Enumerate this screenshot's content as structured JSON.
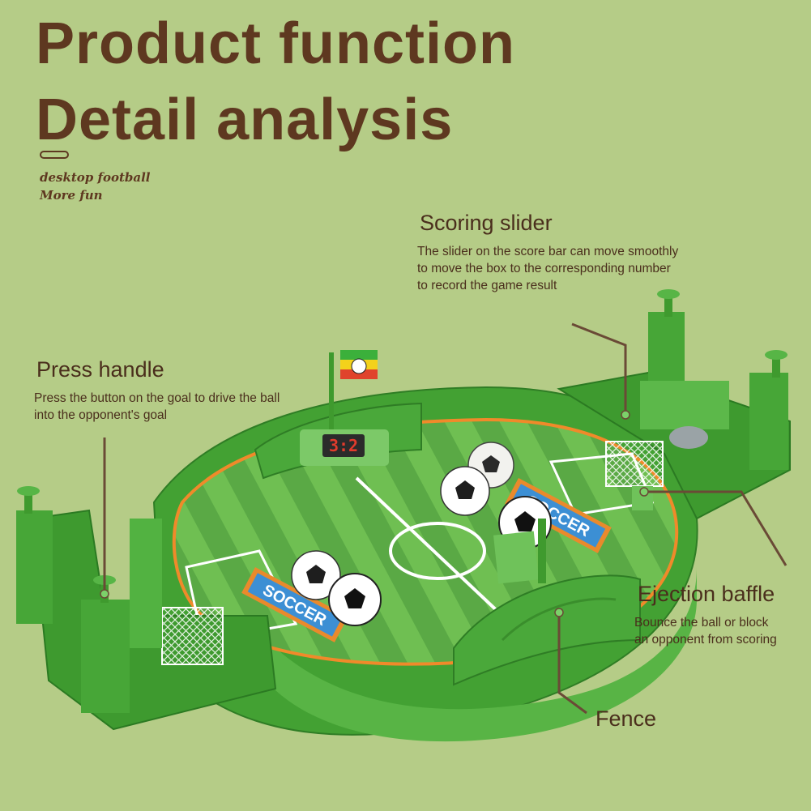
{
  "header": {
    "title_line1": "Product function",
    "title_line2": "Detail analysis",
    "tagline_1": "desktop football",
    "tagline_2": "More fun"
  },
  "callouts": {
    "scoring_slider": {
      "title": "Scoring slider",
      "lines": [
        "The slider on the score bar can move smoothly",
        "to move the box to the corresponding number",
        "to record the game result"
      ]
    },
    "press_handle": {
      "title": "Press handle",
      "lines": [
        "Press the button on the goal to drive the ball",
        "into the opponent's goal"
      ]
    },
    "ejection_baffle": {
      "title": "Ejection baffle",
      "lines": [
        "Bounce the ball or block",
        "an opponent from scoring"
      ]
    },
    "fence": {
      "title": "Fence"
    }
  },
  "toy": {
    "scoreboard": "3:2",
    "banner_text": "SOCCER"
  },
  "colors": {
    "background": "#b5cc87",
    "title": "#5e3820",
    "toy_green": "#3f9a2e",
    "field_green": "#63b54a",
    "banner_orange": "#e98a2c",
    "banner_blue": "#3c8fd4"
  }
}
